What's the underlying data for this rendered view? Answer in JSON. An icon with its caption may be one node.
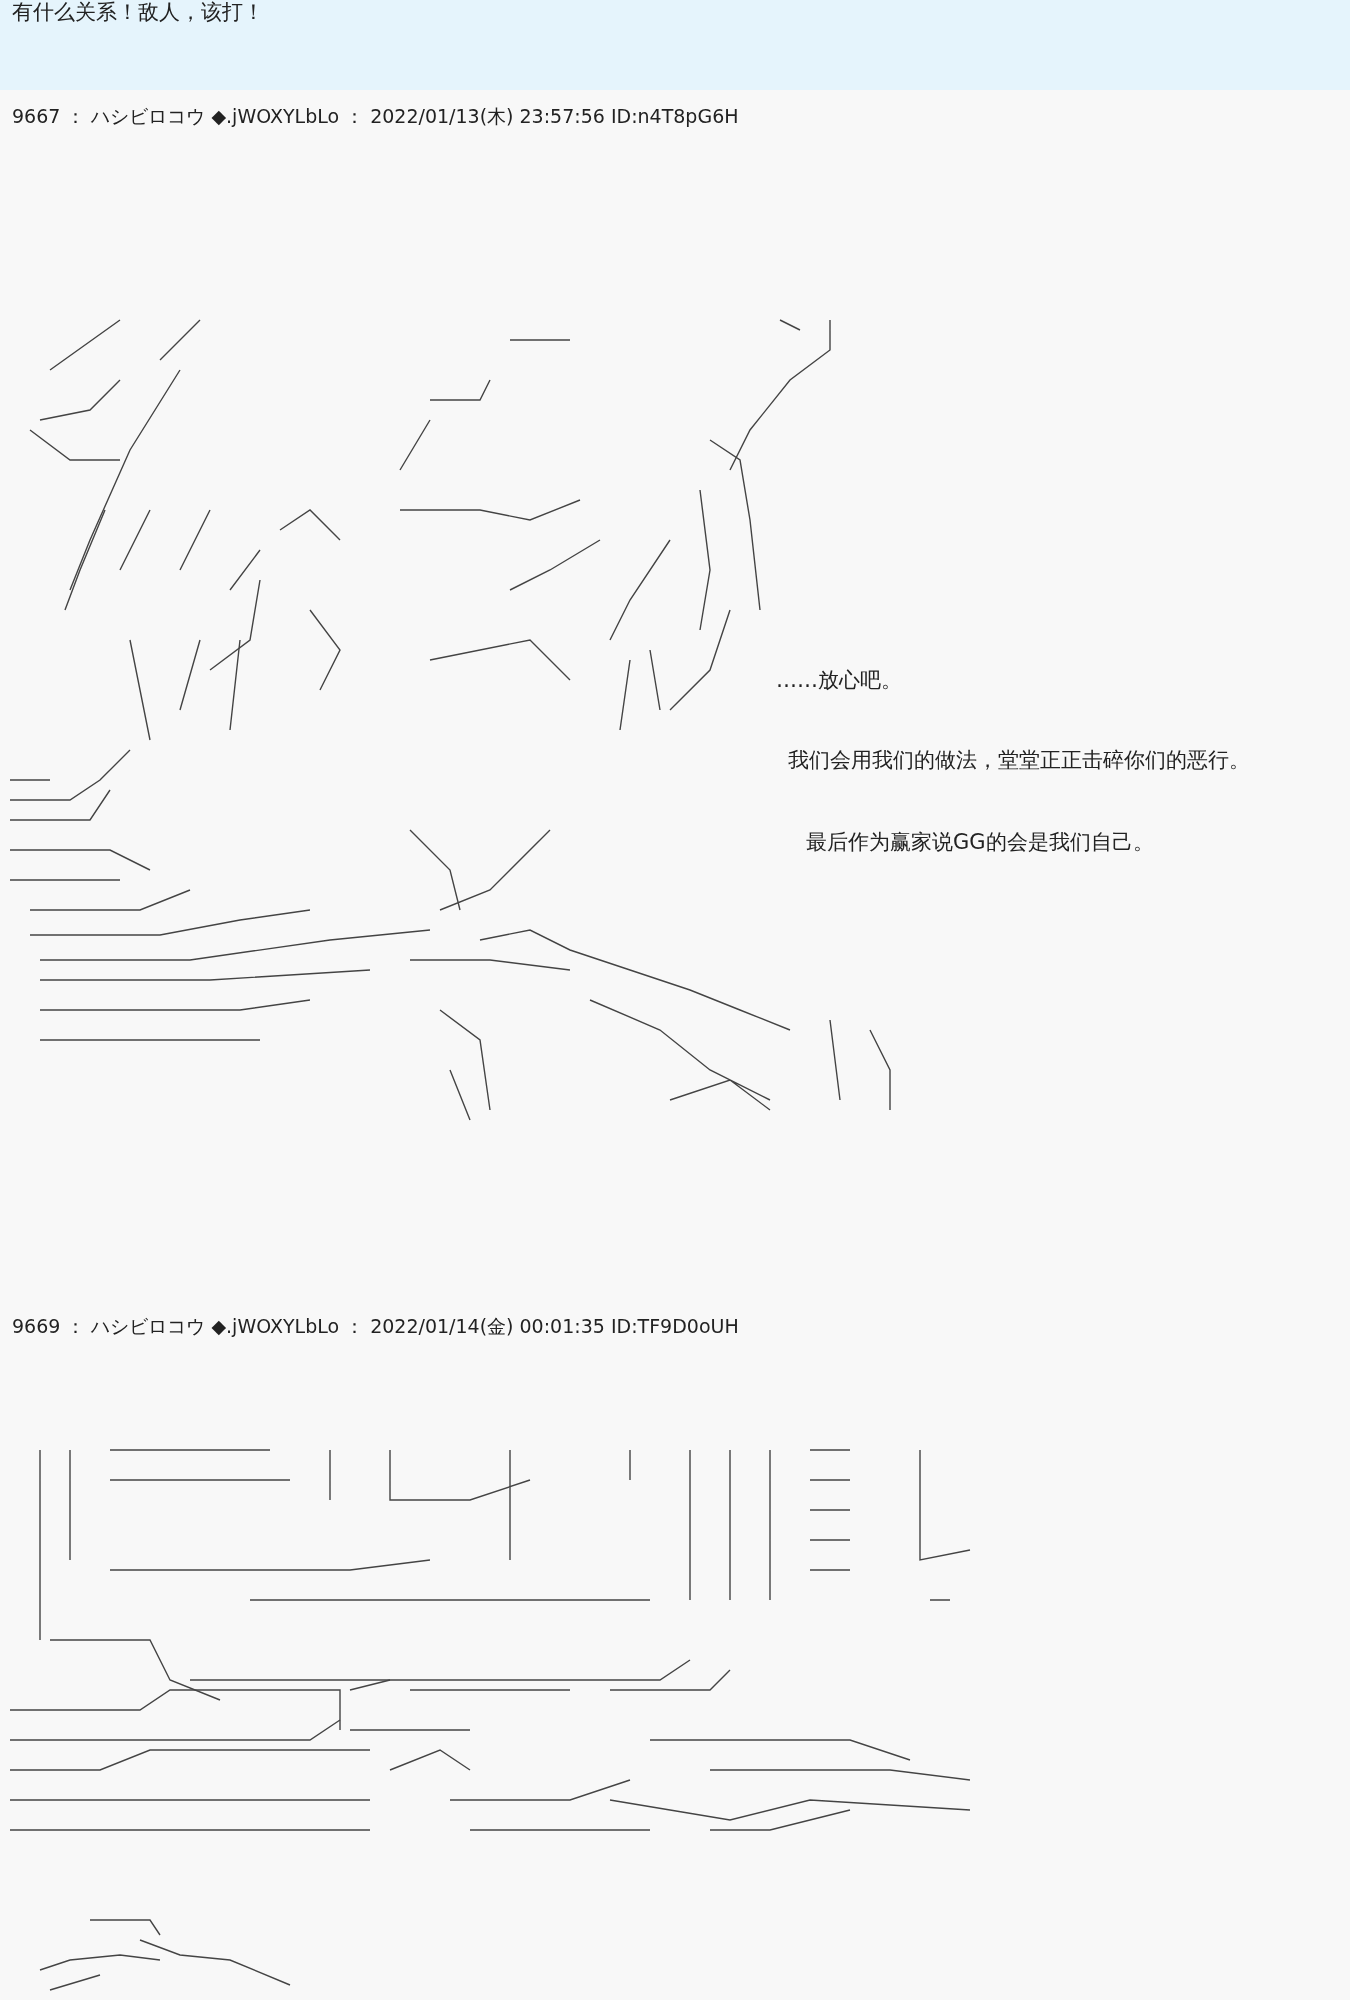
{
  "diagram": {
    "labels": [
      "有什么关系！敌人，该打！",
      "9667 ： ハシビロコウ ◆.jWOXYLbLo ： 2022/01/13(木) 23:57:56 ID:n4T8pG6H",
      "……放心吧。",
      "我们会用我们的做法，堂堂正正击碎你们的恶行。",
      "最后作为赢家说GG的会是我们自己。",
      "9669 ： ハシビロコウ ◆.jWOXYLbLo ： 2022/01/14(金) 00:01:35 ID:TF9D0oUH"
    ]
  }
}
